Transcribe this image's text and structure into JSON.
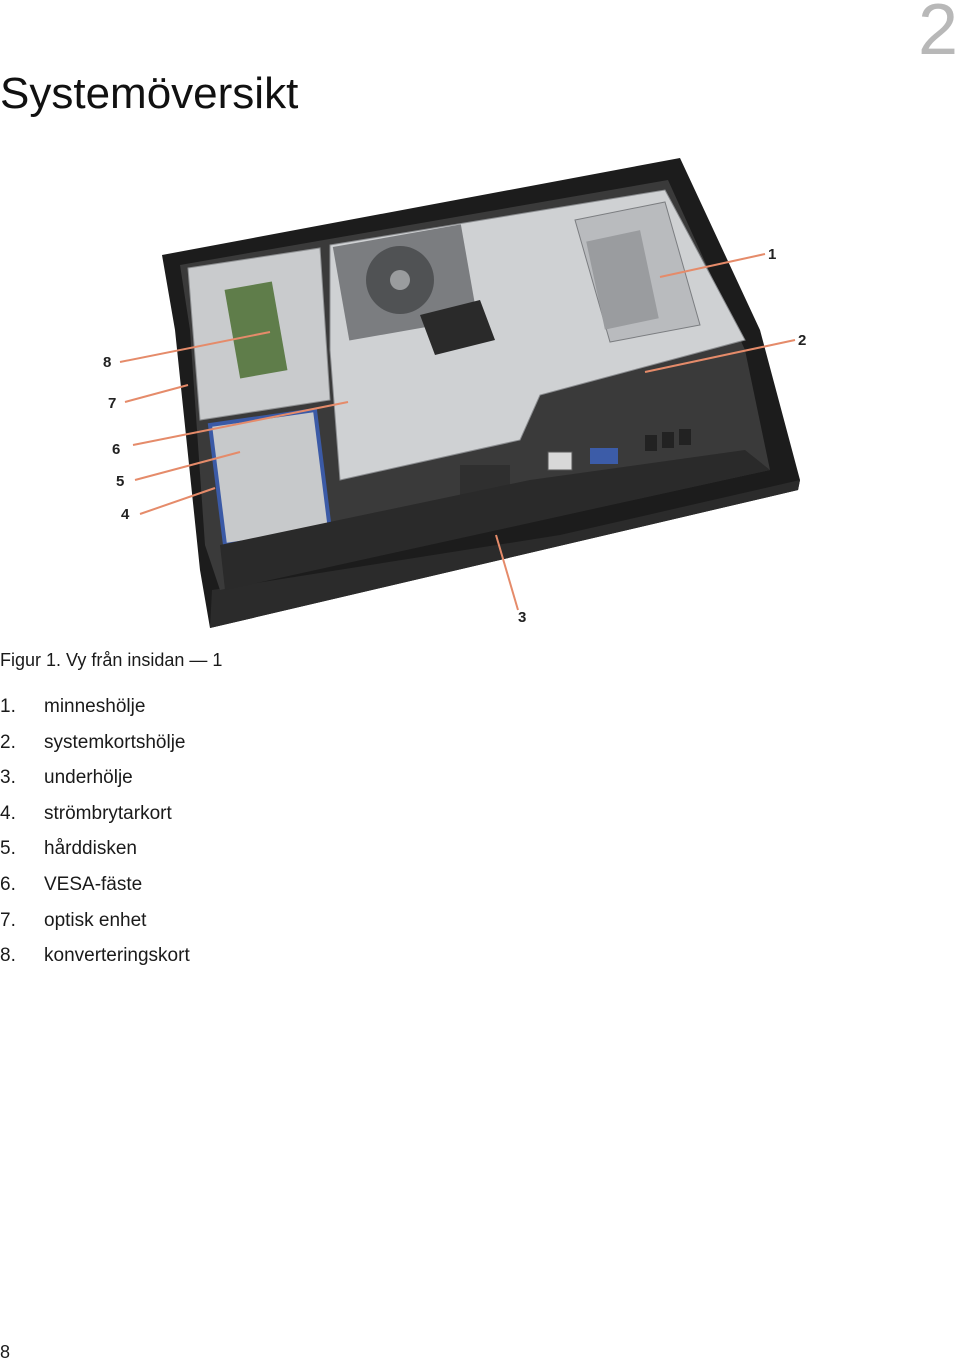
{
  "chapter_number": "2",
  "title": "Systemöversikt",
  "figure": {
    "caption": "Figur 1. Vy från insidan — 1",
    "callouts": [
      "1",
      "2",
      "3",
      "4",
      "5",
      "6",
      "7",
      "8"
    ]
  },
  "legend": [
    {
      "num": "1.",
      "label": "minneshölje"
    },
    {
      "num": "2.",
      "label": "systemkortshölje"
    },
    {
      "num": "3.",
      "label": "underhölje"
    },
    {
      "num": "4.",
      "label": "strömbrytarkort"
    },
    {
      "num": "5.",
      "label": "hårddisken"
    },
    {
      "num": "6.",
      "label": "VESA-fäste"
    },
    {
      "num": "7.",
      "label": "optisk enhet"
    },
    {
      "num": "8.",
      "label": "konverteringskort"
    }
  ],
  "page_number": "8",
  "colors": {
    "chapter_number": "#b8b8b8",
    "callout_line": "#e58b6a",
    "bezel": "#1c1c1c",
    "chassis": "#cfd1d3"
  }
}
